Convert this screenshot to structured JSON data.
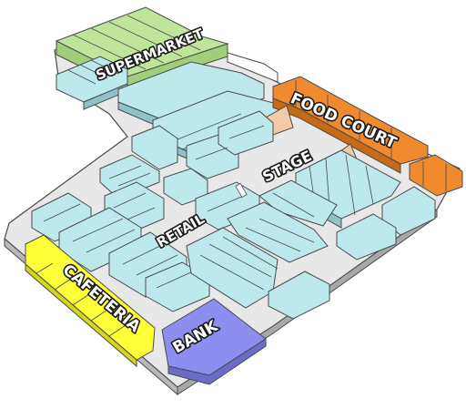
{
  "map": {
    "labels": {
      "supermarket": "SUPERMARKET",
      "food_court": "FOOD COURT",
      "stage": "STAGE",
      "retail": "RETAIL",
      "cafeteria": "CAFETERIA",
      "bank": "BANK"
    },
    "colors": {
      "supermarket": "#bfe59a",
      "food_court": "#f08a2e",
      "retail": "#bde9ec",
      "cafeteria": "#ffff3a",
      "bank": "#8e8ef0",
      "stage": "#f2c9a9",
      "floor": "#e8e8e8",
      "outline": "#4a4a4a"
    }
  }
}
